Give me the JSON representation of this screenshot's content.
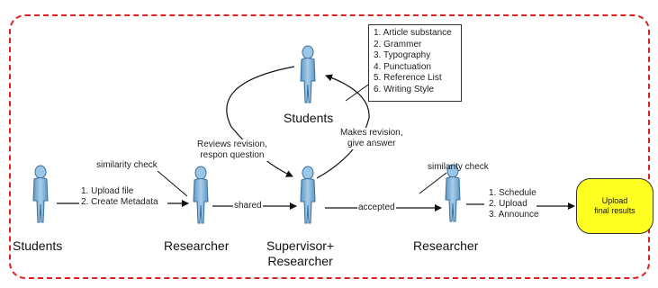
{
  "actors": {
    "students_left": "Students",
    "researcher_left": "Researcher",
    "supervisor": [
      "Supervisor+",
      "Researcher"
    ],
    "researcher_right": "Researcher",
    "students_top": "Students"
  },
  "step1": [
    "1. Upload file",
    "2. Create Metadata"
  ],
  "similarity_left": "similarity check",
  "shared": "shared",
  "accepted": "accepted",
  "similarity_right": "similarity check",
  "reviews": [
    "Reviews revision,",
    "respon question"
  ],
  "makes": [
    "Makes revision,",
    "give answer"
  ],
  "final_steps": [
    "1. Schedule",
    "2. Upload",
    "3. Announce"
  ],
  "upload_bubble": [
    "Upload",
    "final results"
  ],
  "review_list": [
    "1. Article substance",
    "2. Grammer",
    "3. Typography",
    "4. Punctuation",
    "5. Reference List",
    "6. Writing Style"
  ],
  "colors": {
    "frame": "#e02020",
    "bubble": "#ffff22",
    "figure": "#7fb3d8"
  }
}
